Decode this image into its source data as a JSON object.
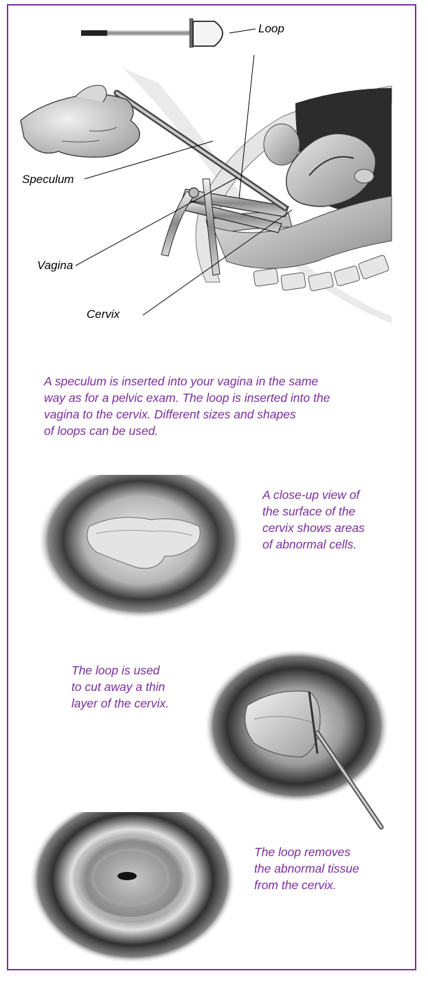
{
  "labels": {
    "loop": "Loop",
    "speculum": "Speculum",
    "vagina": "Vagina",
    "cervix": "Cervix"
  },
  "captions": {
    "speculum_caption": [
      "A speculum is inserted into your vagina in the same",
      "way as for a pelvic exam. The loop is inserted into the",
      "vagina to the cervix. Different sizes and shapes",
      "of loops can be used."
    ],
    "closeup_caption": [
      "A close-up view of",
      "the surface of the",
      "cervix shows areas",
      "of abnormal cells."
    ],
    "cut_caption": [
      "The loop is used",
      "to cut away a thin",
      "layer of the cervix."
    ],
    "remove_caption": [
      "The loop removes",
      "the abnormal tissue",
      "from the cervix."
    ]
  },
  "colors": {
    "frame": "#7b2c9e",
    "caption_text": "#7b2c9e",
    "label_text": "#000000"
  }
}
